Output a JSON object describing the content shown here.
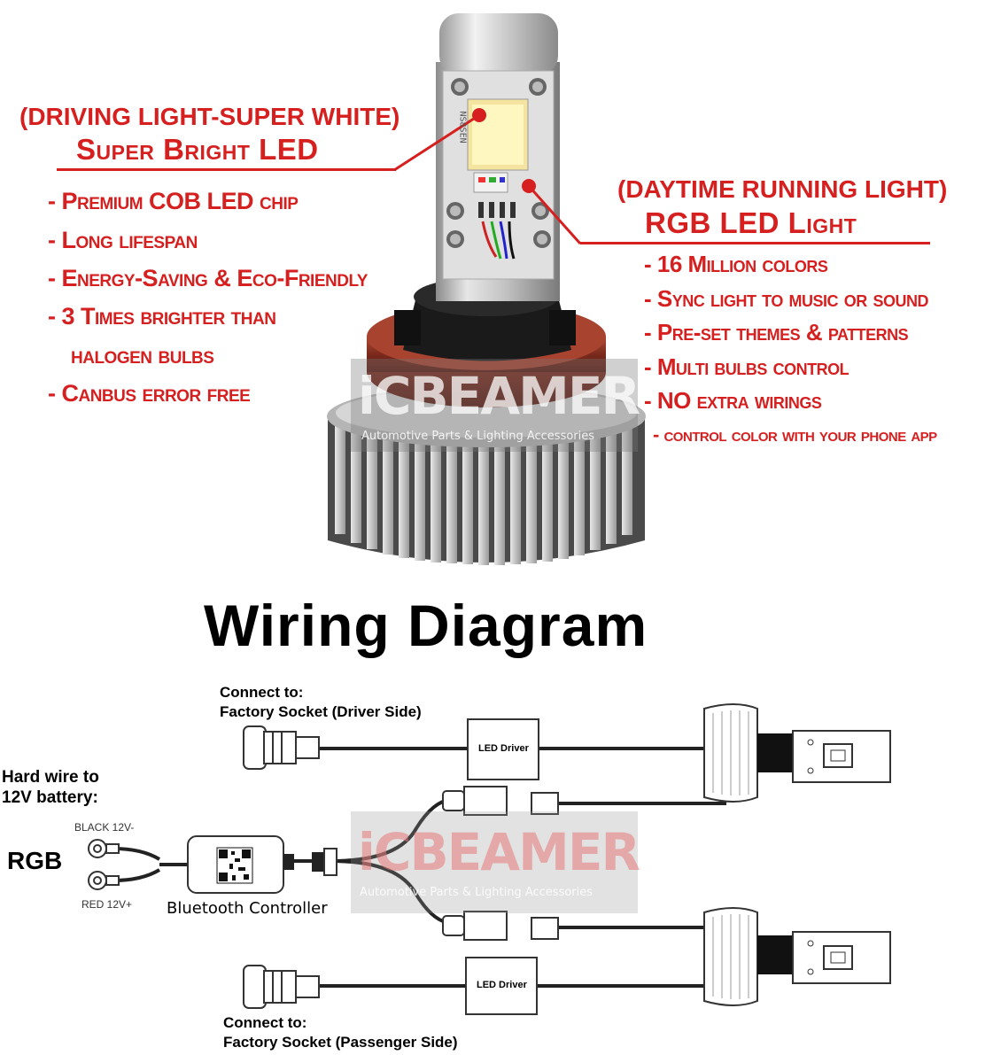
{
  "left_panel": {
    "heading_line1": "(DRIVING LIGHT-SUPER WHITE)",
    "heading_line2": "Super Bright LED",
    "features": [
      "- Premium COB LED chip",
      "- Long lifespan",
      "- Energy-Saving & Eco-Friendly",
      "- 3 Times brighter than",
      "halogen bulbs",
      "- Canbus error free"
    ]
  },
  "right_panel": {
    "heading_line1": "(DAYTIME RUNNING LIGHT)",
    "heading_line2": "RGB LED Light",
    "features": [
      "- 16 Million colors",
      "- Sync light to music or sound",
      "- Pre-set themes & patterns",
      "- Multi bulbs control",
      "- NO extra wirings",
      "- control color with your phone app"
    ]
  },
  "bulb_chip_label": "NS8SEN",
  "watermark": {
    "brand": "iCBEAMER",
    "tagline": "Automotive Parts & Lighting Accessories"
  },
  "diagram": {
    "title": "Wiring Diagram",
    "driver_connect_line1": "Connect to:",
    "driver_connect_line2": "Factory Socket (Driver Side)",
    "passenger_connect_line1": "Connect to:",
    "passenger_connect_line2": "Factory Socket (Passenger Side)",
    "led_driver_top": "LED Driver",
    "led_driver_bottom": "LED Driver",
    "hard_wire_line1": "Hard wire to",
    "hard_wire_line2": "12V battery:",
    "rgb_label": "RGB",
    "black_label": "BLACK 12V-",
    "red_label": "RED 12V+",
    "controller_label": "Bluetooth Controller"
  },
  "colors": {
    "accent_red": "#d61f1f",
    "text_black": "#000000",
    "wire": "#222222"
  }
}
